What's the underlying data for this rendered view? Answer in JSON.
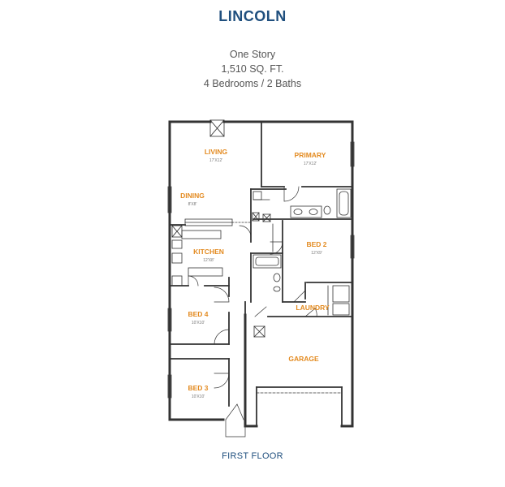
{
  "plan": {
    "title": "LINCOLN",
    "stories": "One Story",
    "area": "1,510 SQ. FT.",
    "bed_bath": "4 Bedrooms / 2 Baths",
    "floor_label": "FIRST FLOOR"
  },
  "rooms": {
    "living": {
      "name": "LIVING",
      "dim": "17'X12'"
    },
    "primary": {
      "name": "PRIMARY",
      "dim": "17'X12'"
    },
    "dining": {
      "name": "DINING",
      "dim": "8'X8'"
    },
    "kitchen": {
      "name": "KITCHEN",
      "dim": "12'X8'"
    },
    "bed2": {
      "name": "BED 2",
      "dim": "12'X9'"
    },
    "laundry": {
      "name": "LAUNDRY",
      "dim": ""
    },
    "bed4": {
      "name": "BED 4",
      "dim": "10'X10'"
    },
    "garage": {
      "name": "GARAGE",
      "dim": ""
    },
    "bed3": {
      "name": "BED 3",
      "dim": "10'X10'"
    }
  },
  "colors": {
    "title": "#1f4f7e",
    "room_label": "#e38a1f",
    "wall": "#333333"
  }
}
